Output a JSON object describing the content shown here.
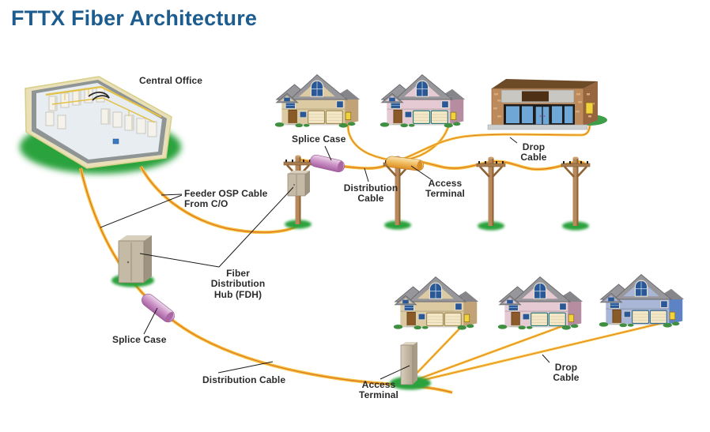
{
  "title": "FTTX Fiber Architecture",
  "colors": {
    "title_blue": "#1d5c8e",
    "cable_yellow": "#F6C23D",
    "cable_stripe_orange": "#DD7327",
    "grass_green": "#2CA23C",
    "splice_case_purple": "#B873B0",
    "access_terminal_orange": "#E59A2E",
    "cabinet_tan": "#C5BAA5",
    "label_text": "#2b2b2b"
  },
  "diagram": {
    "labels": {
      "central_office": "Central Office",
      "feeder_osp": "Feeder OSP Cable\nFrom C/O",
      "fdh": "Fiber\nDistribution\nHub (FDH)",
      "splice_case_top": "Splice Case",
      "splice_case_bottom": "Splice Case",
      "distribution_cable_top": "Distribution\nCable",
      "distribution_cable_bottom": "Distribution Cable",
      "access_terminal_top": "Access\nTerminal",
      "access_terminal_bottom": "Access\nTerminal",
      "drop_cable_top": "Drop\nCable",
      "drop_cable_bottom": "Drop\nCable"
    },
    "component_counts": {
      "central_offices": 1,
      "fiber_distribution_hubs": 2,
      "splice_cases": 2,
      "access_terminals": 2,
      "utility_poles": 4,
      "houses": 5,
      "commercial_buildings": 1
    }
  }
}
